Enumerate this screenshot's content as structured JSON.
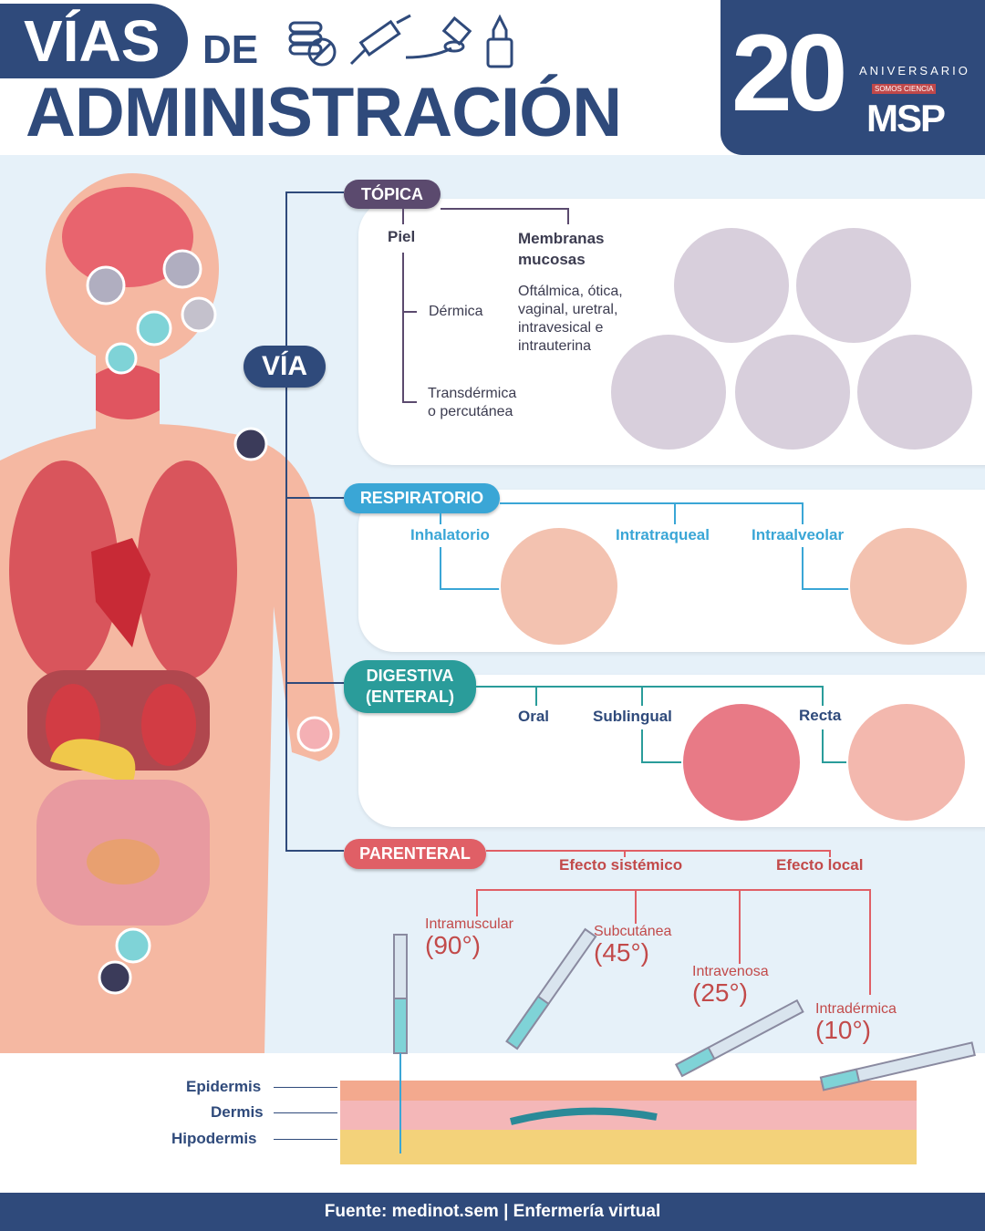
{
  "header": {
    "title_word1": "VÍAS",
    "title_word2": "DE",
    "title_main": "ADMINISTRACIÓN",
    "icons": [
      "pills-icon",
      "syringe-icon",
      "spoon-dropper-icon",
      "nasal-spray-icon"
    ]
  },
  "logo": {
    "number": "20",
    "anniversary": "ANIVERSARIO",
    "tagline": "SOMOS CIENCIA",
    "brand": "MSP"
  },
  "root": "VÍA",
  "topica": {
    "label": "TÓPICA",
    "color": "#5b4a6e",
    "piel": "Piel",
    "dermica": "Dérmica",
    "transdermica": "Transdérmica\no percutánea",
    "mucosas": "Membranas mucosas",
    "mucosas_list": "Oftálmica, ótica, vaginal, uretral, intravesical e intrauterina"
  },
  "respiratorio": {
    "label": "RESPIRATORIO",
    "color": "#3aa6d6",
    "items": [
      "Inhalatorio",
      "Intratraqueal",
      "Intraalveolar"
    ]
  },
  "digestiva": {
    "label": "DIGESTIVA (ENTERAL)",
    "color": "#2a9c9a",
    "items": [
      "Oral",
      "Sublingual",
      "Recta"
    ]
  },
  "parenteral": {
    "label": "PARENTERAL",
    "color": "#e05f66",
    "sistemico": "Efecto sistémico",
    "local": "Efecto local",
    "routes": [
      {
        "name": "Intramuscular",
        "angle": "(90°)"
      },
      {
        "name": "Subcutánea",
        "angle": "(45°)"
      },
      {
        "name": "Intravenosa",
        "angle": "(25°)"
      },
      {
        "name": "Intradérmica",
        "angle": "(10°)"
      }
    ]
  },
  "skin_layers": [
    "Epidermis",
    "Dermis",
    "Hipodermis"
  ],
  "footer": "Fuente: medinot.sem | Enfermería virtual"
}
